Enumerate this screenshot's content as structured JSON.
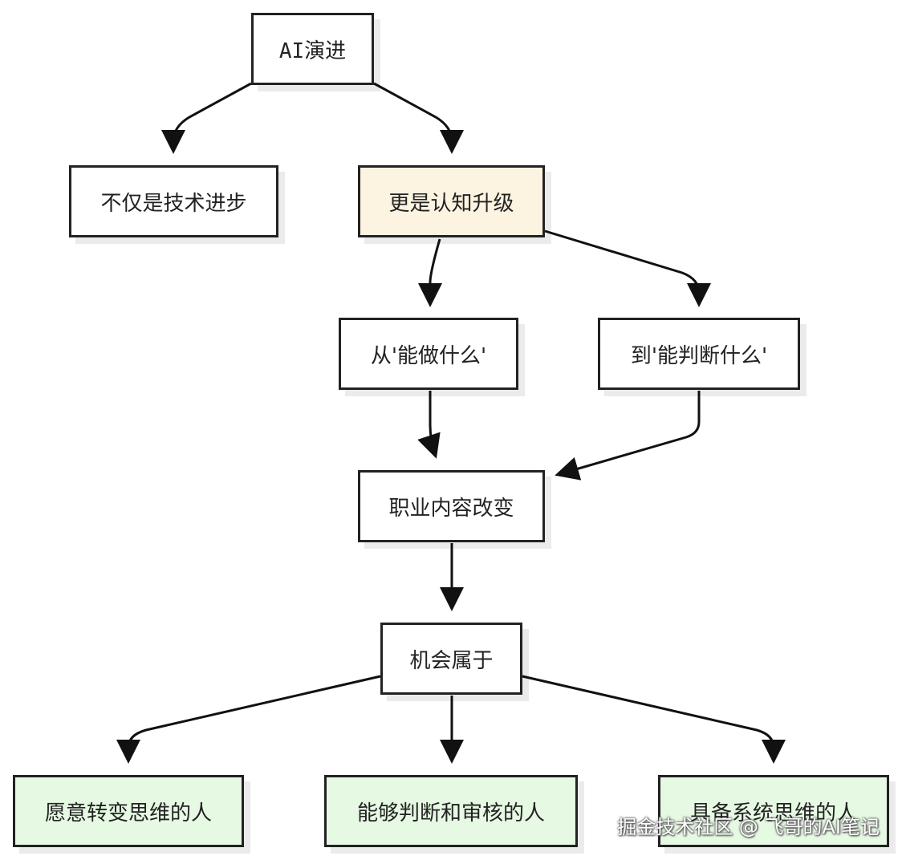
{
  "nodes": {
    "root": "AI演进",
    "not_only": "不仅是技术进步",
    "cognitive": "更是认知升级",
    "from_can_do": "从'能做什么'",
    "to_can_judge": "到'能判断什么'",
    "career_change": "职业内容改变",
    "opportunity": "机会属于",
    "willing_change": "愿意转变思维的人",
    "judge_review": "能够判断和审核的人",
    "systems_thinking": "具备系统思维的人"
  },
  "watermark": "掘金技术社区 @ 飞哥的AI笔记",
  "colors": {
    "border": "#222222",
    "highlight_cream": "#fdf3e1",
    "highlight_green": "#e6f9e3"
  }
}
